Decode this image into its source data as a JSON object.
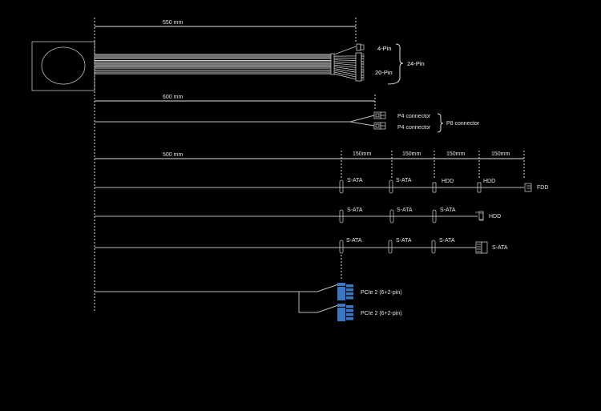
{
  "diagram": {
    "title": "PSU cable layout",
    "accent_color": "#3a78c4",
    "psu": {
      "label": ""
    },
    "atx_cable": {
      "length_label": "550 mm",
      "connector_labels": {
        "four_pin": "4-Pin",
        "twenty_pin": "20-Pin",
        "combined": "24-Pin"
      }
    },
    "eps_cable": {
      "length_label": "600 mm",
      "connectors": [
        "P4 connector",
        "P4 connector"
      ],
      "combined_label": "P8 connector"
    },
    "peripheral_cables": {
      "base_length_label": "500 mm",
      "segment_labels": [
        "150mm",
        "150mm",
        "150mm",
        "150mm"
      ],
      "cables": [
        {
          "connectors": [
            "S-ATA",
            "S-ATA",
            "HDD",
            "HDD"
          ],
          "end_label": "FDD"
        },
        {
          "connectors": [
            "S-ATA",
            "S-ATA",
            "S-ATA"
          ],
          "end_label": "HDD"
        },
        {
          "connectors": [
            "S-ATA",
            "S-ATA",
            "S-ATA"
          ],
          "end_label": "S-ATA"
        }
      ]
    },
    "pcie_cable": {
      "connectors": [
        "PCIe 2 (6+2-pin)",
        "PCIe 2 (6+2-pin)"
      ]
    }
  }
}
